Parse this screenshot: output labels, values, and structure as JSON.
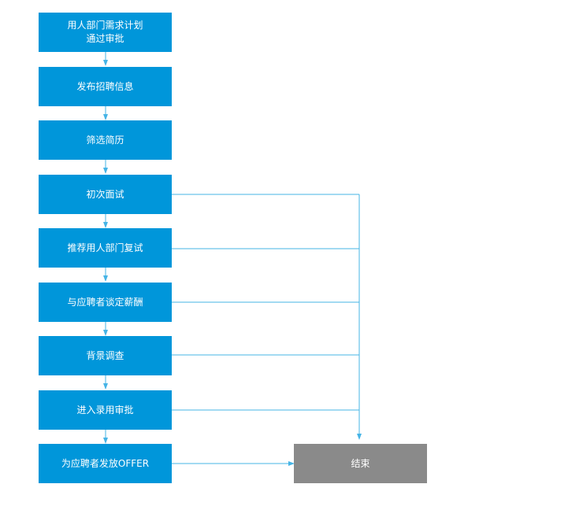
{
  "steps": [
    {
      "id": "approve-plan",
      "label": "用人部门需求计划\n通过审批"
    },
    {
      "id": "publish",
      "label": "发布招聘信息"
    },
    {
      "id": "screen",
      "label": "筛选简历"
    },
    {
      "id": "first-interview",
      "label": "初次面试"
    },
    {
      "id": "second-interview",
      "label": "推荐用人部门复试"
    },
    {
      "id": "salary",
      "label": "与应聘者谈定薪酬"
    },
    {
      "id": "background",
      "label": "背景调查"
    },
    {
      "id": "hire-approval",
      "label": "进入录用审批"
    },
    {
      "id": "offer",
      "label": "为应聘者发放OFFER"
    }
  ],
  "end": {
    "label": "结束"
  },
  "colors": {
    "step": "#0096da",
    "end": "#8a8a8a",
    "line": "#46b4e6"
  }
}
